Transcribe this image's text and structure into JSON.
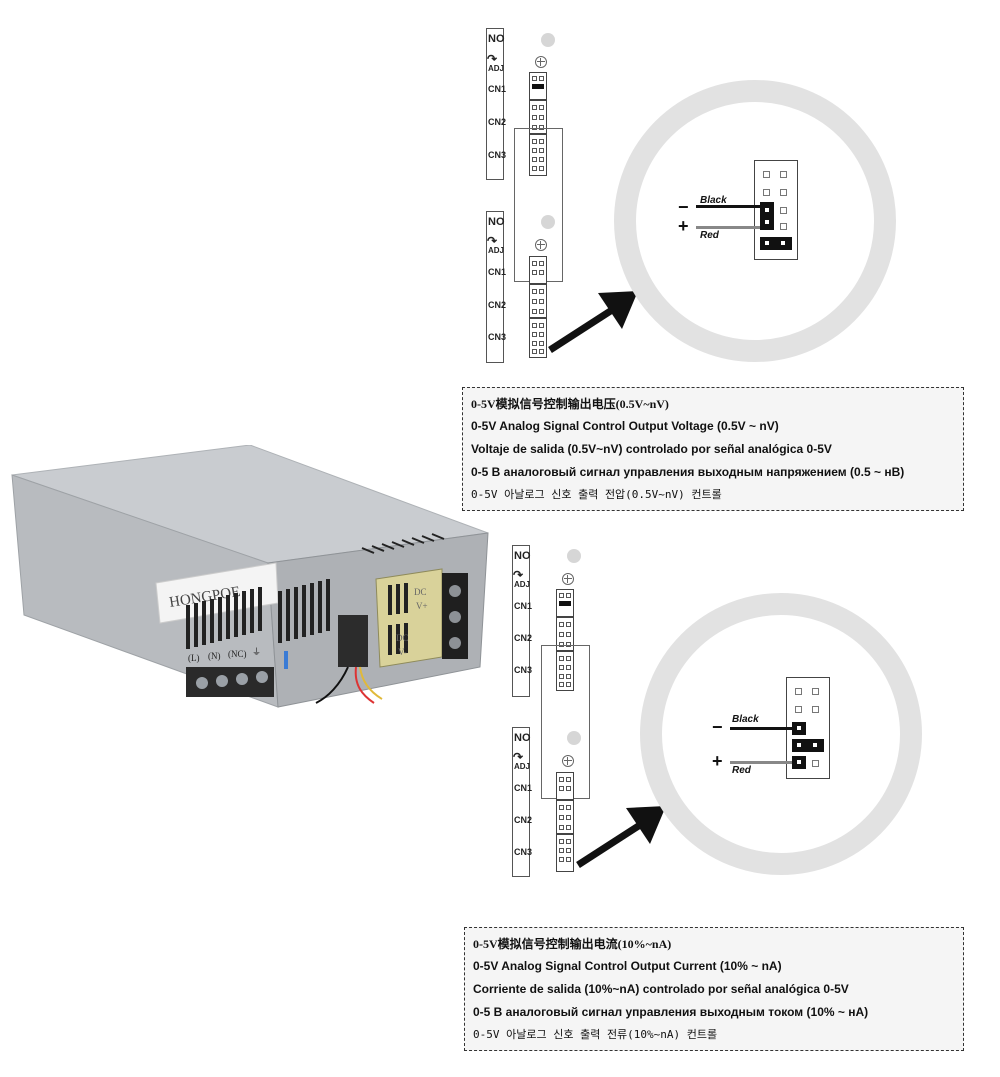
{
  "colors": {
    "ring": "#e2e2e2",
    "box_bg": "#f5f5f5",
    "wire_black": "#111111",
    "wire_red": "#888888",
    "chassis": "#c9ccd0"
  },
  "strip_labels": {
    "no": "NO",
    "adj": "ADJ",
    "cn1": "CN1",
    "cn2": "CN2",
    "cn3": "CN3"
  },
  "voltage": {
    "black_label": "Black",
    "red_label": "Red",
    "minus": "−",
    "plus": "+",
    "text_zh": "0-5V模拟信号控制输出电压(0.5V~nV)",
    "text_en": "0-5V Analog Signal Control Output Voltage (0.5V ~ nV)",
    "text_es": "Voltaje de salida (0.5V~nV) controlado por señal analógica 0-5V",
    "text_ru": "0-5 В аналоговый сигнал управления выходным напряжением (0.5 ~ нВ)",
    "text_kr": "0-5V 아날로그 신호 출력 전압(0.5V~nV) 컨트롤"
  },
  "current": {
    "black_label": "Black",
    "red_label": "Red",
    "minus": "−",
    "plus": "+",
    "text_zh": "0-5V模拟信号控制输出电流(10%~nA)",
    "text_en": "0-5V Analog Signal Control Output Current (10% ~ nA)",
    "text_es": "Corriente de salida (10%~nA) controlado por señal analógica 0-5V",
    "text_ru": "0-5 В аналоговый сигнал управления выходным током (10% ~ нА)",
    "text_kr": "0-5V 아날로그 신호 출력 전류(10%~nA) 컨트롤"
  },
  "product": {
    "brand": "HONGPOE",
    "terminals": [
      "(L)",
      "(N)",
      "(NC)",
      "⏚"
    ],
    "dc_label_1": "DC",
    "dc_label_2": "V+",
    "dc_label_3": "DC",
    "dc_label_4": "V-"
  }
}
